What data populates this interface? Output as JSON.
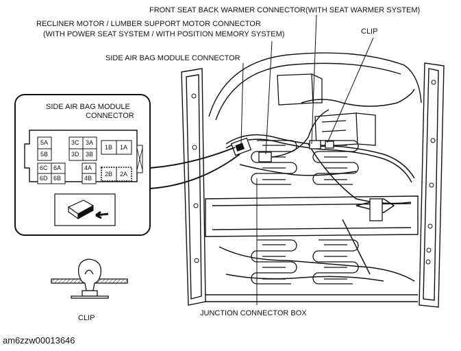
{
  "labels": {
    "front_seat_back_warmer": "FRONT SEAT BACK WARMER CONNECTOR(WITH SEAT WARMER SYSTEM)",
    "recliner_line1": "RECLINER MOTOR / LUMBER SUPPORT MOTOR CONNECTOR",
    "recliner_line2": "(WITH POWER SEAT SYSTEM / WITH POSITION MEMORY SYSTEM)",
    "clip_top": "CLIP",
    "side_air_bag": "SIDE AIR BAG MODULE CONNECTOR",
    "inset_title_line1": "SIDE AIR BAG MODULE",
    "inset_title_line2": "CONNECTOR",
    "junction_box": "JUNCTION CONNECTOR BOX",
    "clip_bottom": "CLIP"
  },
  "connector_pins": {
    "p5A": "5A",
    "p5B": "5B",
    "p3C": "3C",
    "p3A": "3A",
    "p3D": "3D",
    "p3B": "3B",
    "p1B": "1B",
    "p1A": "1A",
    "p6C": "6C",
    "p6A": "6A",
    "p6D": "6D",
    "p6B": "6B",
    "p4A": "4A",
    "p4B": "4B",
    "p2B": "2B",
    "p2A": "2A"
  },
  "caption": "am6zzw00013646"
}
